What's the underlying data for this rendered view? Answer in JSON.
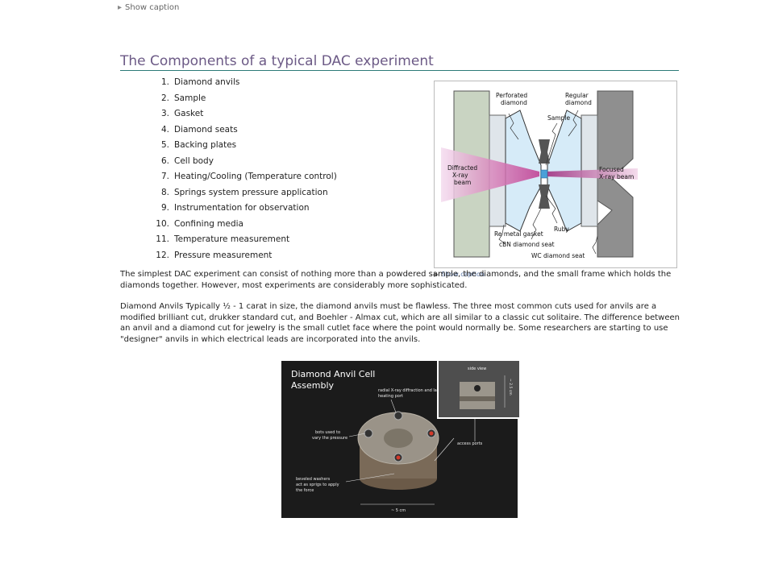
{
  "top_caption": "Show caption",
  "title": "The Components of a typical DAC experiment",
  "components": [
    {
      "num": "1.",
      "text": "Diamond anvils"
    },
    {
      "num": "2.",
      "text": "Sample"
    },
    {
      "num": "3.",
      "text": "Gasket"
    },
    {
      "num": "4.",
      "text": "Diamond seats"
    },
    {
      "num": "5.",
      "text": "Backing plates"
    },
    {
      "num": "6.",
      "text": "Cell body"
    },
    {
      "num": "7.",
      "text": "Heating/Cooling (Temperature control)"
    },
    {
      "num": "8.",
      "text": "Springs system pressure application"
    },
    {
      "num": "9.",
      "text": "Instrumentation for observation"
    },
    {
      "num": "10.",
      "text": "Confining media"
    },
    {
      "num": "11.",
      "text": "Temperature measurement"
    },
    {
      "num": "12.",
      "text": "Pressure measurement"
    }
  ],
  "diagram": {
    "perforated_diamond": "Perforated diamond",
    "regular_diamond": "Regular diamond",
    "sample": "Sample",
    "diffracted": "Diffracted X-ray beam",
    "focused": "Focused X-ray beam",
    "ruby": "Ruby",
    "re_metal_gasket": "Re metal gasket",
    "cbn_seat": "cBN diamond seat",
    "wc_seat": "WC diamond seat"
  },
  "figure_caption": "Show caption",
  "paragraph1": "The simplest DAC experiment can consist of nothing more than a powdered sample, the diamonds, and the small frame which holds the diamonds together. However, most experiments are considerably more sophisticated.",
  "paragraph2": "Diamond Anvils Typically ½ - 1 carat in size, the diamond anvils must be flawless. The three most common cuts used for anvils are a modified brilliant cut, drukker standard cut, and Boehler - Almax cut, which are all similar to a classic cut solitaire. The difference between an anvil and a diamond cut for jewelry is the small cutlet face where the point would normally be. Some researchers are starting to use \"designer\" anvils in which electrical leads are incorporated into the anvils.",
  "photo": {
    "title_line1": "Diamond Anvil Cell",
    "title_line2": "Assembly",
    "side_view": "side view",
    "side_dim": "~ 2.5 cm",
    "radial_port": "radial X-ray diffraction and laser heating port",
    "bolts": "bots used to vary the pressure",
    "access_ports": "access ports",
    "washers": "beveled washers act as springs to apply the force",
    "width_dim": "~ 5 cm"
  }
}
